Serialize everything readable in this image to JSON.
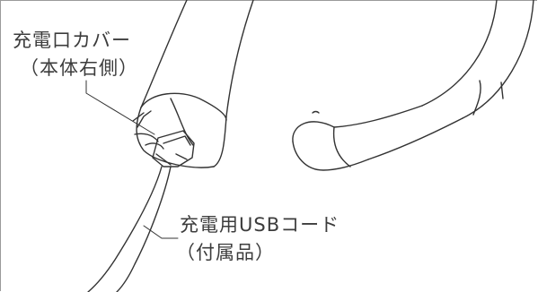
{
  "labels": {
    "charge_port_cover": "充電口カバー",
    "charge_port_location": "（本体右側）",
    "usb_cable": "充電用USBコード",
    "usb_cable_note": "（付属品）"
  }
}
